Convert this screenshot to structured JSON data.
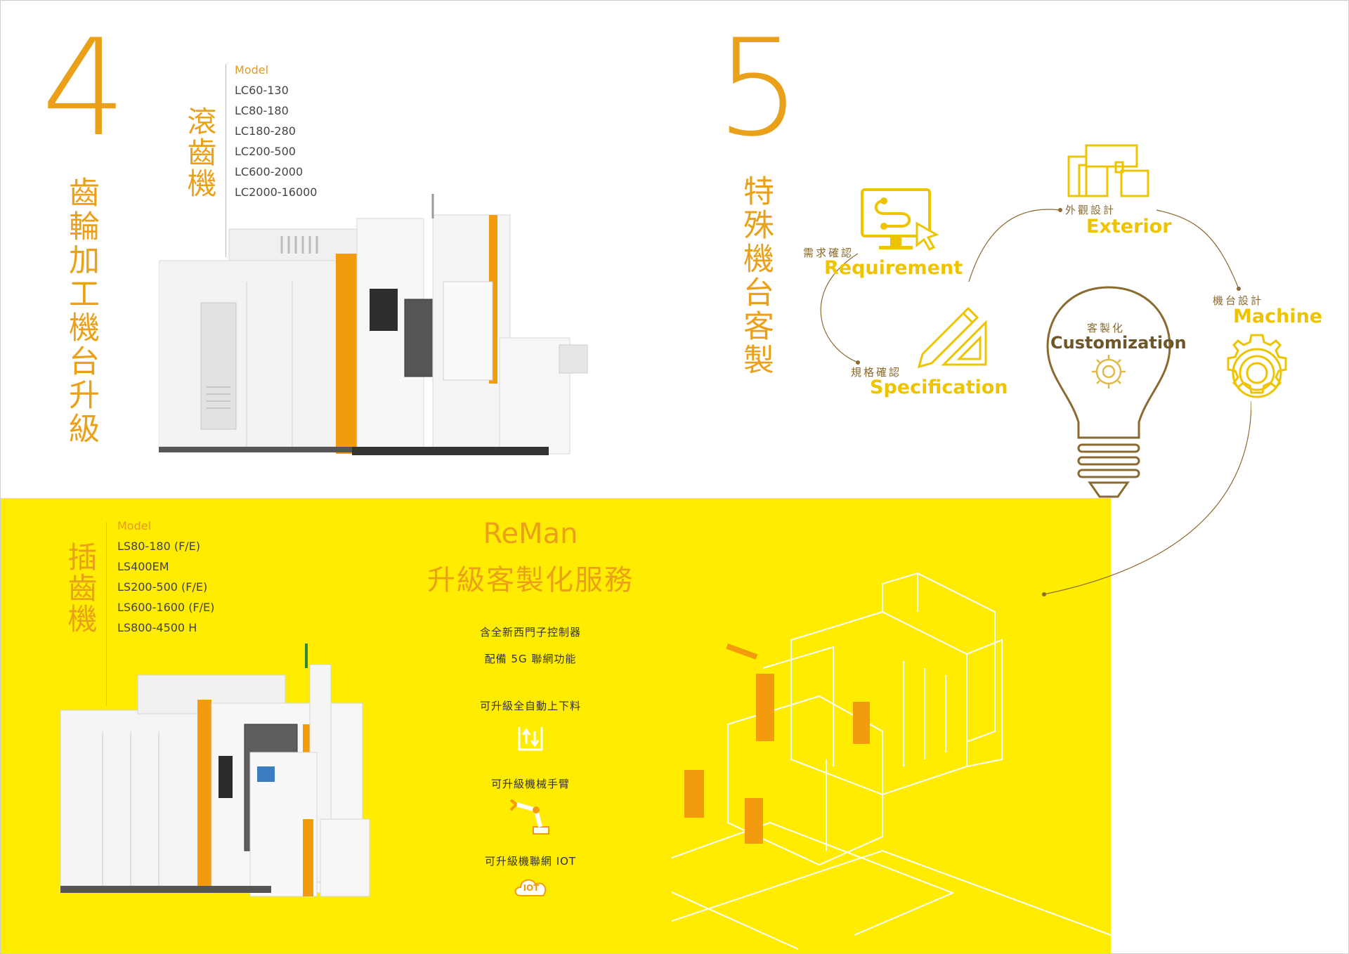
{
  "section4": {
    "number": "4",
    "heading": "齒輪加工機台升級",
    "hobbing": {
      "title": "滾齒機",
      "model_label": "Model",
      "models": [
        "LC60-130",
        "LC80-180",
        "LC180-280",
        "LC200-500",
        "LC600-2000",
        "LC2000-16000"
      ]
    },
    "shaping": {
      "title": "插齒機",
      "model_label": "Model",
      "models": [
        "LS80-180 (F/E)",
        "LS400EM",
        "LS200-500 (F/E)",
        "LS600-1600 (F/E)",
        "LS800-4500 H"
      ]
    }
  },
  "section5": {
    "number": "5",
    "heading": "特殊機台客製",
    "cycle": {
      "requirement": {
        "zh": "需求確認",
        "en": "Requirement"
      },
      "exterior": {
        "zh": "外觀設計",
        "en": "Exterior"
      },
      "machine": {
        "zh": "機台設計",
        "en": "Machine"
      },
      "specification": {
        "zh": "規格確認",
        "en": "Specification"
      },
      "center": {
        "zh": "客製化",
        "en": "Customization"
      }
    }
  },
  "reman": {
    "title_en": "ReMan",
    "title_zh": "升級客製化服務",
    "line1": "含全新西門子控制器",
    "line2": "配備 5G 聯網功能",
    "upgrade1_prefix": "可升級",
    "upgrade1_main": "全自動上下料",
    "upgrade2_prefix": "可升級",
    "upgrade2_main": "機械手臂",
    "upgrade3_prefix": "可升級",
    "upgrade3_main": "機聯網 IOT",
    "iot_badge": "IOT"
  },
  "colors": {
    "accent_orange": "#eaa019",
    "yellow": "#ffec00",
    "gold": "#eec400",
    "brown": "#8a6a2e"
  }
}
